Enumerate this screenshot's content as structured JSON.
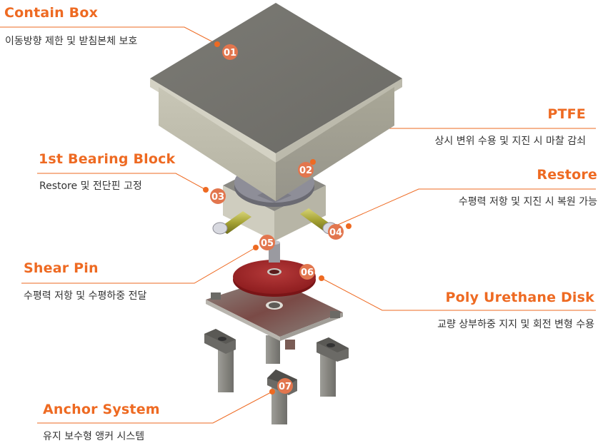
{
  "colors": {
    "accent": "#ee6a22",
    "badge": "#e2764e",
    "text": "#333333"
  },
  "callouts": [
    {
      "number": "01",
      "title": "Contain Box",
      "description": "이동방향 제한 및 받침본체 보호"
    },
    {
      "number": "02",
      "title": "PTFE",
      "description": "상시 변위 수용 및 지진 시 마찰 감쇠"
    },
    {
      "number": "03",
      "title": "1st Bearing Block",
      "description": "Restore 및 전단핀 고정"
    },
    {
      "number": "04",
      "title": "Restore",
      "description": "수평력 저항 및 지진 시 복원 가능"
    },
    {
      "number": "05",
      "title": "Shear Pin",
      "description": "수평력 저항 및 수평하중 전달"
    },
    {
      "number": "06",
      "title": "Poly Urethane Disk",
      "description": "교량 상부하중 지지 및 회전 변형 수용"
    },
    {
      "number": "07",
      "title": "Anchor System",
      "description": "유지 보수형 앵커 시스템"
    }
  ]
}
